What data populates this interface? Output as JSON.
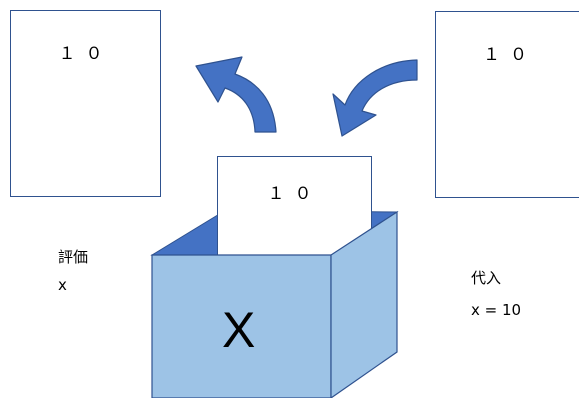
{
  "cards": {
    "left_value": "１０",
    "right_value": "１０",
    "center_value": "１０"
  },
  "labels": {
    "evaluate": "評価",
    "evaluate_variable": "x",
    "assign": "代入",
    "assign_expression": "x = 10"
  },
  "box": {
    "variable_name": "X"
  },
  "colors": {
    "arrow": "#4472c4",
    "arrow_outline": "#2f528f",
    "box_front": "#9dc3e6",
    "box_side": "#9dc3e6",
    "box_inside": "#4472c4",
    "card_border": "#2f528f"
  }
}
